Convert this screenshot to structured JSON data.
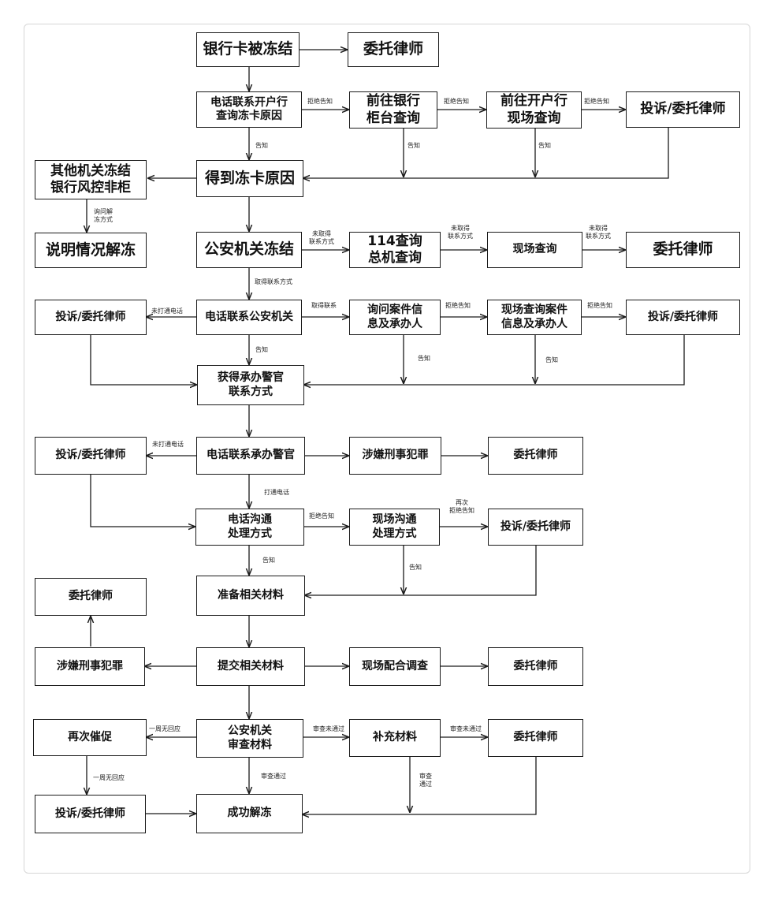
{
  "nodes": {
    "n1": "银行卡被冻结",
    "n2": "委托律师",
    "n3": "电话联系开户行\n查询冻卡原因",
    "n4": "前往银行\n柜台查询",
    "n5": "前往开户行\n现场查询",
    "n6": "投诉/委托律师",
    "n7": "其他机关冻结\n银行风控非柜",
    "n8": "得到冻卡原因",
    "n9": "说明情况解冻",
    "n10": "公安机关冻结",
    "n11": "114查询\n总机查询",
    "n12": "现场查询",
    "n13": "委托律师",
    "n14": "投诉/委托律师",
    "n15": "电话联系公安机关",
    "n16": "询问案件信\n息及承办人",
    "n17": "现场查询案件\n信息及承办人",
    "n18": "投诉/委托律师",
    "n19": "获得承办警官\n联系方式",
    "n20": "投诉/委托律师",
    "n21": "电话联系承办警官",
    "n22": "涉嫌刑事犯罪",
    "n23": "委托律师",
    "n24": "电话沟通\n处理方式",
    "n25": "现场沟通\n处理方式",
    "n26": "投诉/委托律师",
    "n27": "委托律师",
    "n28": "准备相关材料",
    "n29": "涉嫌刑事犯罪",
    "n30": "提交相关材料",
    "n31": "现场配合调查",
    "n32": "委托律师",
    "n33": "再次催促",
    "n34": "公安机关\n审查材料",
    "n35": "补充材料",
    "n36": "委托律师",
    "n37": "投诉/委托律师",
    "n38": "成功解冻"
  },
  "labels": {
    "l1": "拒绝告知",
    "l2": "拒绝告知",
    "l3": "拒绝告知",
    "l4": "告知",
    "l5": "告知",
    "l6": "告知",
    "l7": "询问解\n冻方式",
    "l8": "未取得\n联系方式",
    "l9": "未取得\n联系方式",
    "l10": "未取得\n联系方式",
    "l11": "取得联系方式",
    "l12": "未打通电话",
    "l13": "取得联系",
    "l14": "拒绝告知",
    "l15": "拒绝告知",
    "l16": "告知",
    "l17": "告知",
    "l18": "告知",
    "l19": "未打通电话",
    "l20": "打通电话",
    "l21": "拒绝告知",
    "l22": "再次\n拒绝告知",
    "l23": "告知",
    "l24": "告知",
    "l25": "一周无回应",
    "l26": "审查未通过",
    "l27": "审查未通过",
    "l28": "一周无回应",
    "l29": "审查通过",
    "l30": "审查\n通过"
  }
}
